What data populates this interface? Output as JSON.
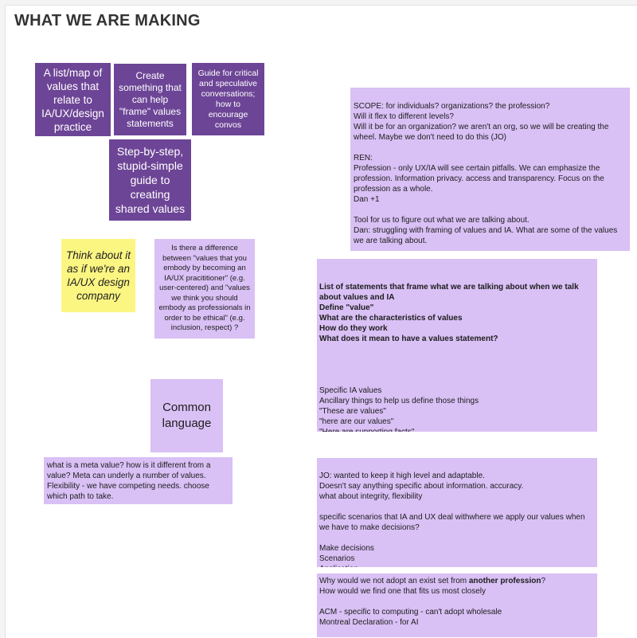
{
  "board": {
    "title": "WHAT WE ARE MAKING"
  },
  "notes": {
    "values_map": "A list/map of values that relate to IA/UX/design practice",
    "frame_values": "Create something that can help \"frame\" values statements",
    "guide_convos": "Guide for critical and speculative conversations; how to encourage convos",
    "step_guide": "Step-by-step, stupid-simple guide to creating shared values",
    "think_company": "Think about it as if we're an IA/UX design company",
    "difference": "Is there a difference between \"values that you embody by becoming an IA/UX pracititioner\" (e.g. user-centered) and \"values we think you should embody as professionals in order to be ethical\" (e.g. inclusion, respect) ?",
    "common_language": "Common language",
    "meta_value": "what is a meta value? how is it different from a value? Meta can underly a number of values. Flexibility - we have competing needs. choose which path to take.",
    "scope": "SCOPE: for individuals? organizations? the profession?\nWill it flex to different levels?\nWill it be for an organization? we aren't an org, so we will be creating the wheel. Maybe we don't need to do this (JO)\n\nREN:\nProfession - only UX/IA will see certain pitfalls. We can emphasize the profession. Information privacy. access and transparency. Focus on the profession as a whole.\nDan +1\n\nTool for us to figure out what we are talking about.\nDan: struggling with framing of values and IA. What are some of the values we are talking about.",
    "statements_bold": "List of statements that frame what we are talking about when we talk about values and IA\nDefine \"value\"\nWhat are the characteristics of values\nHow do they work\nWhat does it mean to have a values statement?",
    "statements_rest": "Specific IA values\nAncillary things to help us define those things\n\"These are values\"\n\"here are our values\"\n\"Here are supporting facts\"\n(tie rhetoric and language with the meaning)",
    "jo": "JO: wanted to keep it high level and adaptable.\nDoesn't say anything specific about information. accuracy.\nwhat about integrity, flexibility\n\nspecific scenarios that IA and UX deal withwhere we apply our values when we have to make decisions?\n\nMake decisions\nScenarios\nApplication",
    "adopt_pre": "Why would we not adopt an exist set from ",
    "adopt_bold": "another profession",
    "adopt_post": "?\nHow would we find one that fits us most closely\n\nACM - specific to computing - can't adopt wholesale\nMontreal Declaration - for AI"
  },
  "colors": {
    "dark_purple": "#6d4596",
    "light_purple": "#d9c0f5",
    "yellow": "#fbf582"
  }
}
